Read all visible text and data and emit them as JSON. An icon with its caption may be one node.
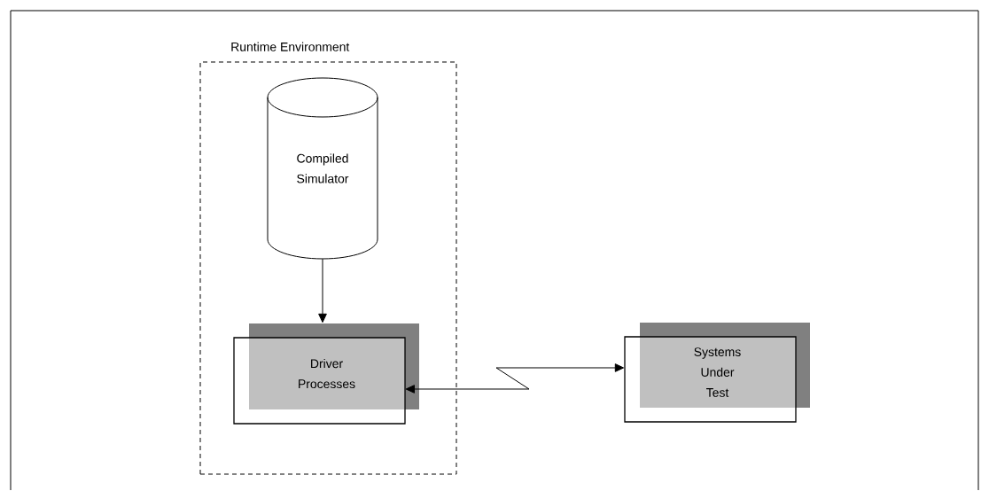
{
  "diagram": {
    "nodes": [
      {
        "text": [
          "Runtime Environment"
        ]
      },
      {
        "text": [
          "Compiled Simulator"
        ],
        "in": 0
      },
      {
        "text": [
          "Driver Processes"
        ],
        "in": 0
      },
      {
        "text": [
          "Systems Under Test"
        ]
      }
    ],
    "edges": [
      {
        "from": 1,
        "to": 2,
        "arrow": "to"
      },
      {
        "from": 3,
        "to": 2,
        "arrow": "both"
      }
    ]
  }
}
